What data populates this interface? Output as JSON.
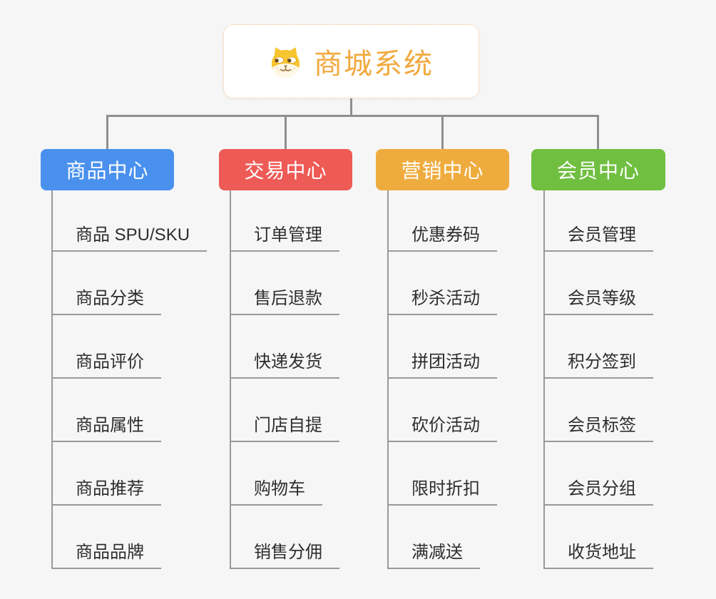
{
  "root": {
    "title": "商城系统",
    "title_color": "#F2A93E",
    "icon": "shiba-dog-icon",
    "border_color": "#F0C182",
    "background": "#FFFFFF"
  },
  "palette": {
    "canvas_background": "#F6F6F7",
    "connector_line": "#8F8F8F",
    "child_line": "#999999",
    "child_text": "#2E2E2E"
  },
  "branches": [
    {
      "label": "商品中心",
      "color": "#4A91EE",
      "children": [
        "商品 SPU/SKU",
        "商品分类",
        "商品评价",
        "商品属性",
        "商品推荐",
        "商品品牌"
      ]
    },
    {
      "label": "交易中心",
      "color": "#EE5A55",
      "children": [
        "订单管理",
        "售后退款",
        "快递发货",
        "门店自提",
        "购物车",
        "销售分佣"
      ]
    },
    {
      "label": "营销中心",
      "color": "#EFAC3E",
      "children": [
        "优惠券码",
        "秒杀活动",
        "拼团活动",
        "砍价活动",
        "限时折扣",
        "满减送"
      ]
    },
    {
      "label": "会员中心",
      "color": "#70BF41",
      "children": [
        "会员管理",
        "会员等级",
        "积分签到",
        "会员标签",
        "会员分组",
        "收货地址"
      ]
    }
  ]
}
